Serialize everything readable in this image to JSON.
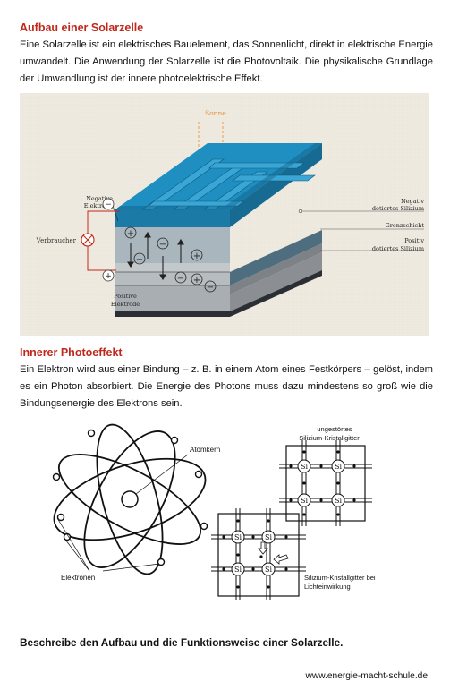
{
  "section1": {
    "heading": "Aufbau einer Solarzelle",
    "text": "Eine Solarzelle ist ein elektrisches Bauelement, das Sonnenlicht, direkt in elektrische Energie umwandelt. Die Anwendung der Solarzelle ist die Photovoltaik. Die physikalische Grundlage der Umwandlung ist der innere photoelektrische Effekt."
  },
  "solar_figure": {
    "sun_label": "Sonne",
    "negative_electrode": [
      "Negative",
      "Elektrode"
    ],
    "positive_electrode": [
      "Positive",
      "Elektrode"
    ],
    "consumer": "Verbraucher",
    "n_silicon": [
      "Negativ",
      "dotiertes Silizium"
    ],
    "junction": "Grenzschicht",
    "p_silicon": [
      "Positiv",
      "dotiertes Silizium"
    ]
  },
  "section2": {
    "heading": "Innerer Photoeffekt",
    "text": "Ein Elektron wird aus einer Bindung – z. B. in einem Atom eines Festkörpers – gelöst, indem es ein Photon absorbiert. Die Energie des Photons muss dazu mindestens so groß wie die Bindungsenergie des Elektrons sein."
  },
  "atom_figure": {
    "nucleus_label": "Atomkern",
    "electrons_label": "Elektronen",
    "lattice_top_label": [
      "ungestörtes",
      "Silizium-Kristallgitter"
    ],
    "lattice_bottom_label": [
      "Silizium-Kristallgitter bei",
      "Lichteinwirkung"
    ],
    "atom_symbol": "Si"
  },
  "task": "Beschreibe den Aufbau und die Funktionsweise einer Solarzelle.",
  "footer": "www.energie-macht-schule.de",
  "colors": {
    "heading": "#c0281b",
    "cell_top": "#1f8ec0",
    "sun": "#e8903a"
  }
}
